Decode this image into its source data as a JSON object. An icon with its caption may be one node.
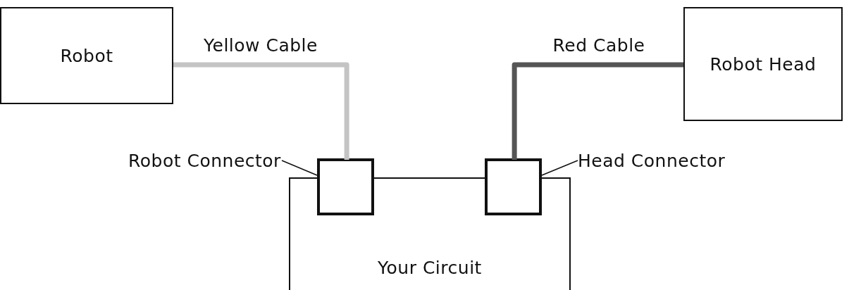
{
  "diagram": {
    "nodes": [
      {
        "text": [
          "Robot"
        ]
      },
      {
        "text": [
          "Robot Head"
        ]
      },
      {
        "text": [
          "Your Circuit"
        ]
      },
      {
        "text": [
          "Robot Connector"
        ]
      },
      {
        "text": [],
        "shape": "box"
      },
      {
        "text": [
          "Head Connector"
        ]
      },
      {
        "text": [],
        "shape": "box"
      }
    ],
    "edges": [
      {
        "from": 0,
        "to": 4,
        "arrow": "none",
        "label": "Yellow Cable",
        "style": "thick",
        "color": "#c4c4c4"
      },
      {
        "from": 6,
        "to": 1,
        "arrow": "none",
        "label": "Red Cable",
        "style": "thick",
        "color": "#555555"
      },
      {
        "from": 3,
        "to": 4,
        "arrow": "none"
      },
      {
        "from": 5,
        "to": 6,
        "arrow": "none"
      }
    ]
  }
}
